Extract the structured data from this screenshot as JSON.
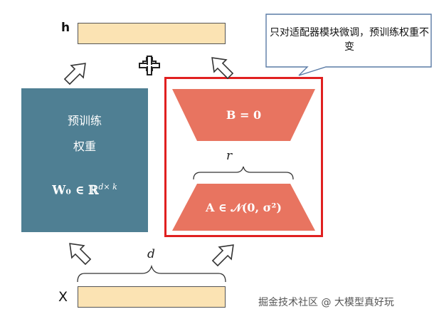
{
  "labels": {
    "h": "h",
    "x": "X",
    "r": "r",
    "d": "d"
  },
  "pretrained": {
    "title_line1": "预训练",
    "title_line2": "权重",
    "formula": "W₀ ∈ ℝ",
    "formula_sup": "d× k"
  },
  "lora": {
    "b_label": "B = 0",
    "a_label": "A ∈ 𝒩(0, σ²)"
  },
  "callout": {
    "text": "只对适配器模块微调，预训练权重不变"
  },
  "watermark": "掘金技术社区 @ 大模型真好玩",
  "colors": {
    "input_output_bar": "#fbe3b3",
    "pretrained_box": "#4f7f93",
    "adapter_trapezoid": "#e87460",
    "highlight_frame": "#e02020",
    "callout_border": "#5a7ba6"
  }
}
